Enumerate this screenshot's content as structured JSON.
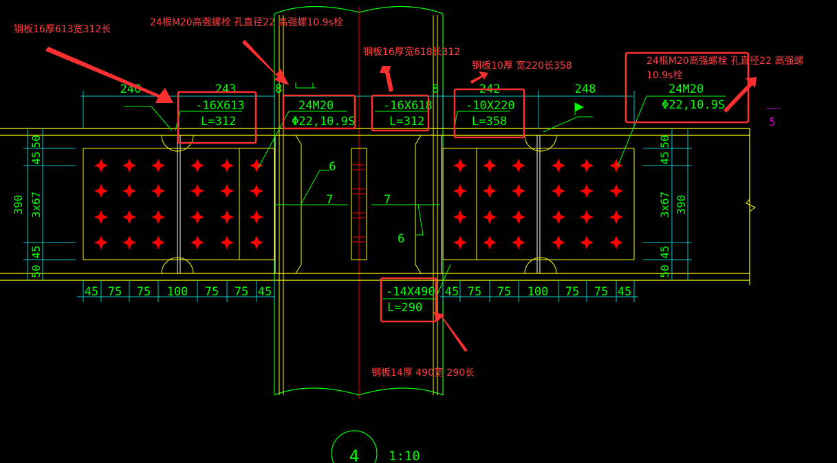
{
  "annotations": {
    "a1": "钢板16厚613宽312长",
    "a2": "24根M20高强螺栓  孔直径22  高强螺10.9s栓",
    "a3": "钢板16厚宽618长312",
    "a4": "钢板10厚 宽220长358",
    "a5_line1": "24根M20高强螺栓  孔直径22  高强螺",
    "a5_line2": "10.9s栓",
    "a6": "钢板14厚  490宽 290长"
  },
  "tags": {
    "t1_top": "-16X613",
    "t1_bot": "L=312",
    "t2_top": "24M20",
    "t2_bot": "Φ22,10.9S",
    "t3_top": "-16X618",
    "t3_bot": "L=312",
    "t4_top": "-10X220",
    "t4_bot": "L=358",
    "t5_top": "24M20",
    "t5_bot": "Φ22,10.9S",
    "t6_top": "-14X490",
    "t6_bot": "L=290"
  },
  "dims": {
    "top": [
      "240",
      "243",
      "8",
      "8",
      "242",
      "248"
    ],
    "bottom_left": [
      "45",
      "75",
      "75",
      "100",
      "75",
      "75",
      "45"
    ],
    "bottom_right": [
      "45",
      "75",
      "75",
      "100",
      "75",
      "75",
      "45"
    ],
    "left_total": "390",
    "left_mid": "3x67",
    "left_a": "45",
    "left_b": "50",
    "right_total": "390",
    "right_mid": "3x67",
    "right_a": "45",
    "right_b": "50",
    "left_c": "45",
    "left_d": "50",
    "right_c": "45",
    "right_d": "50"
  },
  "welds": {
    "w1": "6",
    "w2": "7",
    "w3": "7",
    "w4": "6"
  },
  "section": {
    "number": "4",
    "scale": "1:10",
    "side_mark": "5"
  },
  "colors": {
    "line": "#00ff00",
    "beam": "#ffff00",
    "dim": "#00cccc",
    "bolt": "#ff0000",
    "box": "#ff3030",
    "ann": "#ff4040",
    "white": "#ffffff"
  }
}
